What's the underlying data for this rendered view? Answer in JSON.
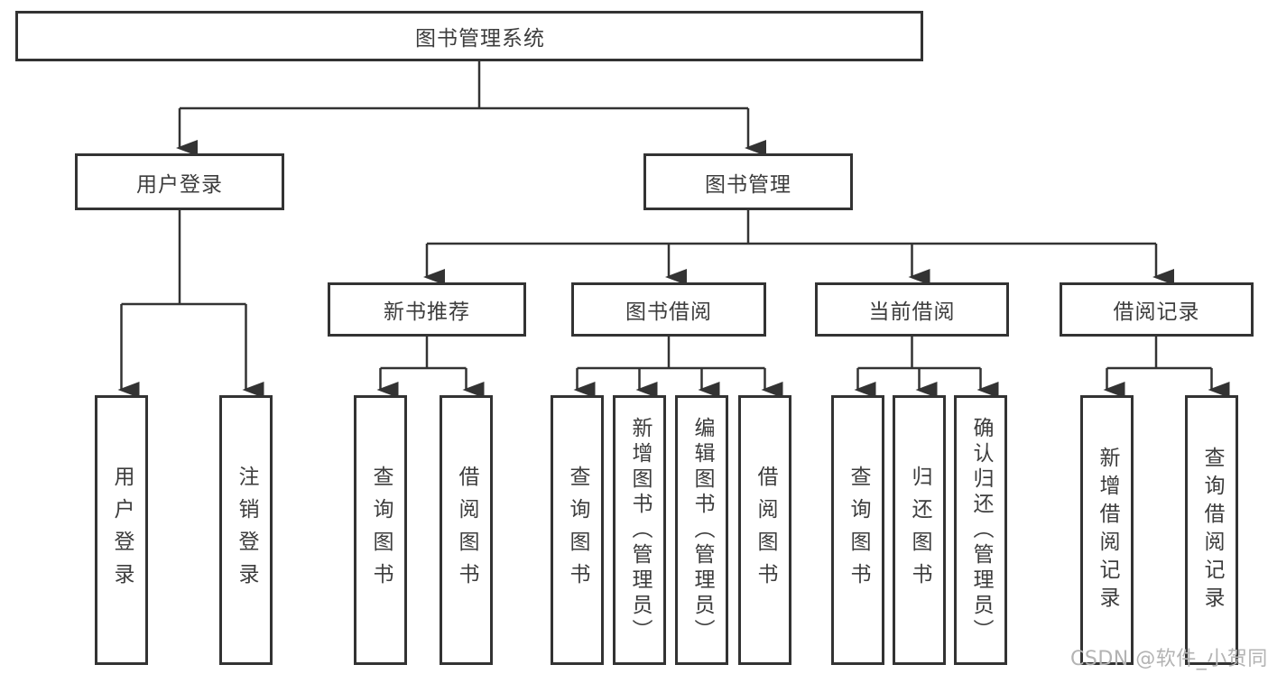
{
  "tree": {
    "root": {
      "label": "图书管理系统"
    },
    "children": [
      {
        "label": "用户登录",
        "children": [
          {
            "label": "用户登录"
          },
          {
            "label": "注销登录"
          }
        ]
      },
      {
        "label": "图书管理",
        "children": [
          {
            "label": "新书推荐",
            "children": [
              {
                "label": "查询图书"
              },
              {
                "label": "借阅图书"
              }
            ]
          },
          {
            "label": "图书借阅",
            "children": [
              {
                "label": "查询图书"
              },
              {
                "label": "新增图书（管理员）"
              },
              {
                "label": "编辑图书（管理员）"
              },
              {
                "label": "借阅图书"
              }
            ]
          },
          {
            "label": "当前借阅",
            "children": [
              {
                "label": "查询图书"
              },
              {
                "label": "归还图书"
              },
              {
                "label": "确认归还（管理员）"
              }
            ]
          },
          {
            "label": "借阅记录",
            "children": [
              {
                "label": "新增借阅记录"
              },
              {
                "label": "查询借阅记录"
              }
            ]
          }
        ]
      }
    ]
  },
  "watermark": {
    "text": "CSDN @软件_小贺同学"
  },
  "colors": {
    "line": "#333333",
    "box_border": "#333333",
    "box_fill": "#ffffff",
    "text": "#3d3d3d",
    "watermark": "#b3b3b3",
    "background": "#ffffff"
  }
}
